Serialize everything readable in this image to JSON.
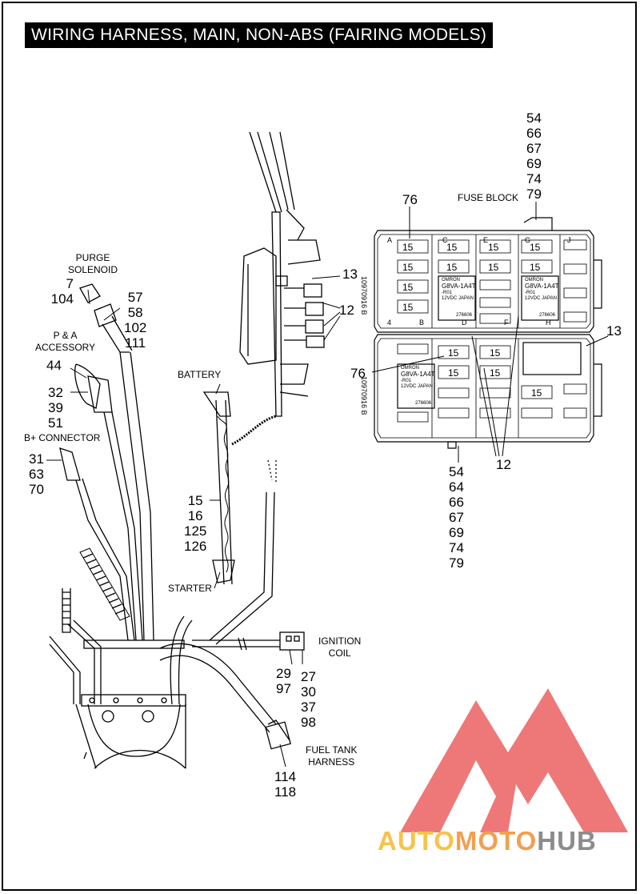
{
  "title": "WIRING HARNESS, MAIN, NON-ABS (FAIRING MODELS)",
  "labels": {
    "purge_solenoid": "PURGE\nSOLENOID",
    "pa_accessory": "P & A\nACCESSORY",
    "b_plus_connector": "B+ CONNECTOR",
    "battery": "BATTERY",
    "starter": "STARTER",
    "ignition_coil": "IGNITION\nCOIL",
    "fuel_tank_harness": "FUEL TANK\nHARNESS",
    "fuse_block": "FUSE BLOCK"
  },
  "callouts": {
    "purge_a": [
      "7",
      "104"
    ],
    "purge_b": [
      "57",
      "58",
      "102",
      "111"
    ],
    "pa_a": "44",
    "pa_b": [
      "32",
      "39",
      "51"
    ],
    "bplus": [
      "31",
      "63",
      "70"
    ],
    "battery_cable": [
      "15",
      "16",
      "125",
      "126"
    ],
    "ign_a": [
      "29",
      "97"
    ],
    "ign_b": [
      "27",
      "30",
      "37",
      "98"
    ],
    "fuel": [
      "114",
      "118"
    ],
    "fuse_top": [
      "54",
      "66",
      "67",
      "69",
      "74",
      "79"
    ],
    "fuse_bottom": [
      "54",
      "64",
      "66",
      "67",
      "69",
      "74",
      "79"
    ],
    "c13_left": "13",
    "c12_left": "12",
    "c13_right": "13",
    "c12_right": "12",
    "c76_top": "76",
    "c76_left": "76"
  },
  "fuse_block": {
    "fuse_rating": "15",
    "relay_brand": "OMRON",
    "relay_model": "G8VA-1A4T",
    "relay_suffix": "-R01",
    "relay_voltage": "12VDC",
    "relay_origin": "JAPAN",
    "relay_code": "276606",
    "part_number": "10970916 B",
    "col_letters_top": [
      "A",
      "C",
      "E",
      "G",
      "J"
    ],
    "col_letters_bottom": [
      "4",
      "B",
      "D",
      "F",
      "H"
    ]
  },
  "watermark": {
    "part1": "AUTO",
    "part2": "MOTO",
    "part3": "HUB"
  },
  "colors": {
    "title_bg": "#000000",
    "watermark_red": "#e84b4b",
    "watermark_yellow": "#f6c34a",
    "watermark_gray": "#8c8c8c"
  }
}
